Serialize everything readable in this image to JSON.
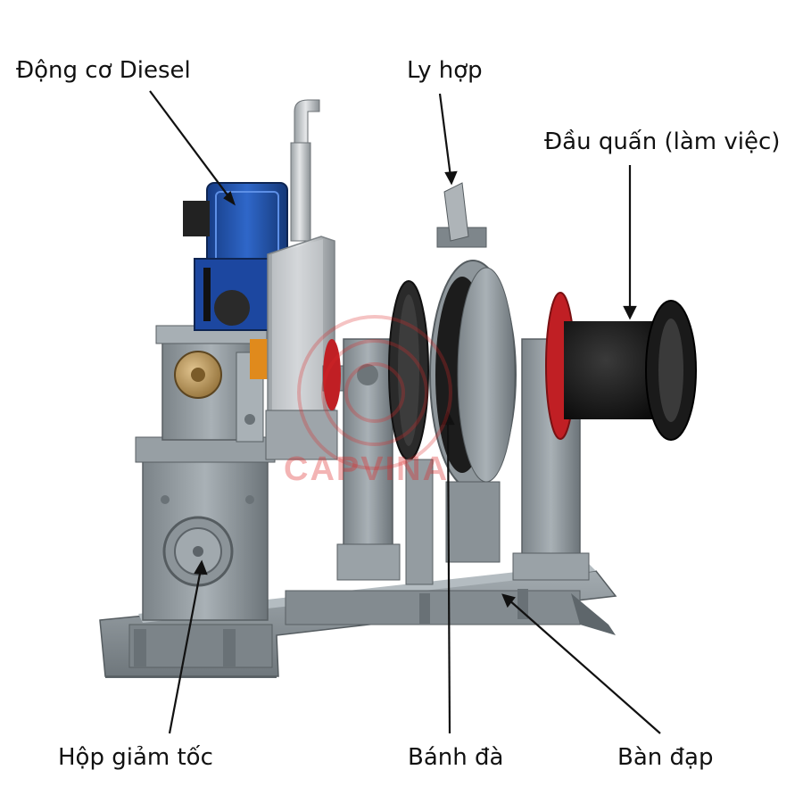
{
  "labels": {
    "engine": "Động cơ Diesel",
    "clutch": "Ly hợp",
    "drum": "Đầu quấn (làm việc)",
    "gearbox": "Hộp giảm tốc",
    "flywheel": "Bánh đà",
    "base": "Bàn đạp"
  },
  "watermark": "CAPVINA",
  "colors": {
    "frame": "#8a9399",
    "engine": "#1f4fa8",
    "drum": "#141414",
    "accent": "#c01f24",
    "brass": "#b8924f"
  }
}
